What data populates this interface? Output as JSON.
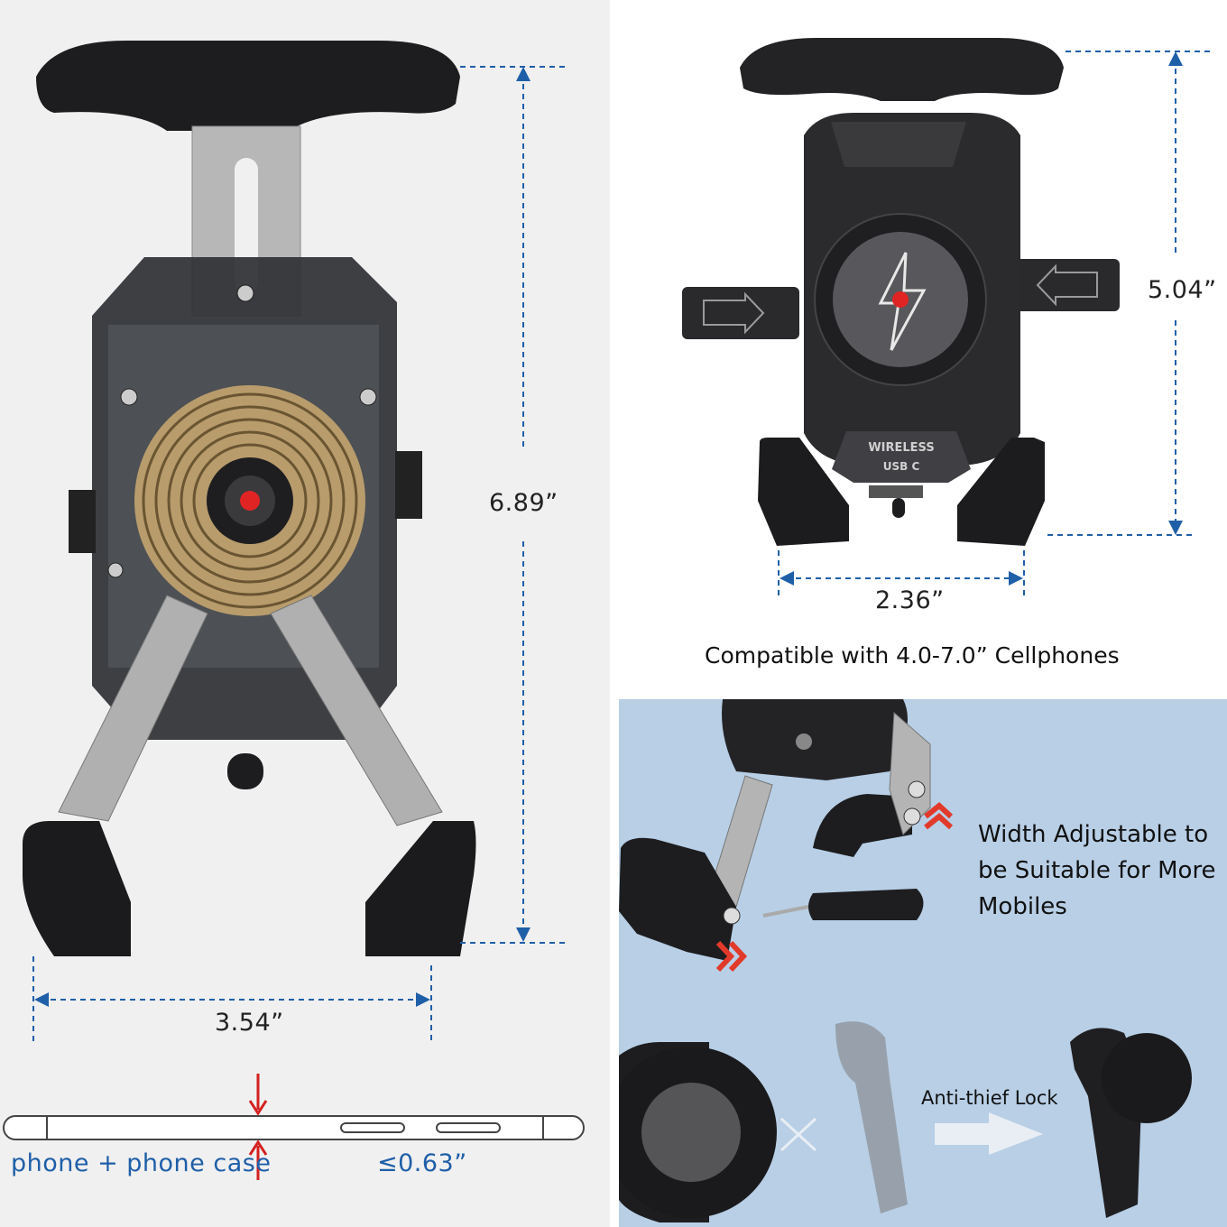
{
  "front_view": {
    "height_label": "6.89”",
    "width_label": "3.54”"
  },
  "thickness": {
    "phone_label": "phone + phone case",
    "limit_label": "≤0.63”"
  },
  "side_view": {
    "height_label": "5.04”",
    "width_label": "2.36”",
    "badge_line1": "WIRELESS",
    "badge_line2": "USB C",
    "caption": "Compatible with 4.0-7.0” Cellphones"
  },
  "adjust_panel": {
    "callout_line1": "Width Adjustable to",
    "callout_line2": "be Suitable for More",
    "callout_line3": "Mobiles",
    "lock_label": "Anti-thief Lock"
  },
  "colors": {
    "dimension_line": "#1f5fa8",
    "arrow_red": "#d42020",
    "panel_blue": "#b8cfe6"
  }
}
